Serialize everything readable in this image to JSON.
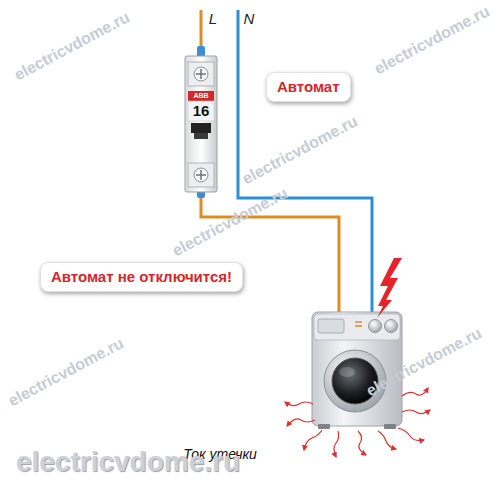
{
  "diagram": {
    "nodes": [
      {
        "text": [
          "Автомат"
        ]
      },
      {
        "text": [
          "Автомат не отключится!"
        ]
      }
    ],
    "labels": [
      "L",
      "N",
      "ABB",
      "16",
      "Ток утечки",
      "electricvdome.ru",
      "electricvdome.ru",
      "electricvdome.ru",
      "electricvdome.ru",
      "electricvdome.ru",
      "electricvdome.ru",
      "electricvdome.ru"
    ]
  }
}
